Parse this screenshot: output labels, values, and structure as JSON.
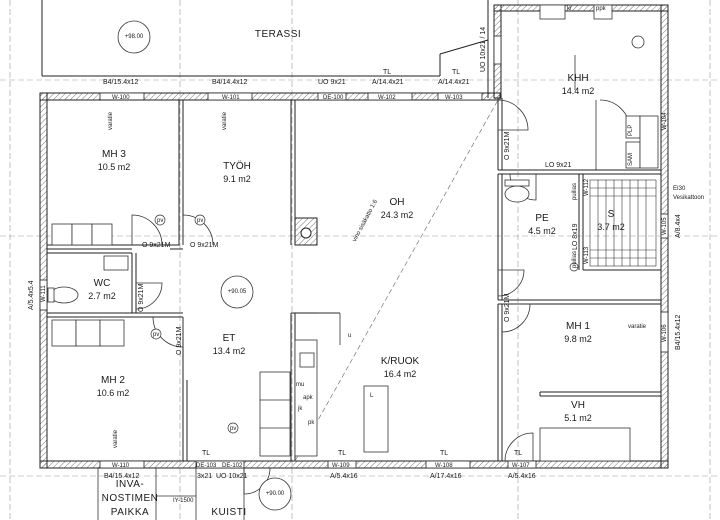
{
  "rooms": {
    "terassi": "TERASSI",
    "mh3": {
      "name": "MH 3",
      "area": "10.5 m2"
    },
    "tyoh": {
      "name": "TYÖH",
      "area": "9.1 m2"
    },
    "oh": {
      "name": "OH",
      "area": "24.3 m2"
    },
    "khh": {
      "name": "KHH",
      "area": "14.4 m2"
    },
    "pe": {
      "name": "PE",
      "area": "4.5 m2"
    },
    "s": {
      "name": "S",
      "area": "3.7 m2"
    },
    "wc": {
      "name": "WC",
      "area": "2.7 m2"
    },
    "et": {
      "name": "ET",
      "area": "13.4 m2"
    },
    "kruok": {
      "name": "K/RUOK",
      "area": "16.4 m2"
    },
    "mh1": {
      "name": "MH 1",
      "area": "9.8 m2"
    },
    "mh2": {
      "name": "MH 2",
      "area": "10.6 m2"
    },
    "vh": {
      "name": "VH",
      "area": "5.1 m2"
    },
    "kuisti": "KUISTI",
    "invanostimen": [
      "INVA-",
      "NOSTIMEN",
      "PAIKKA"
    ]
  },
  "levels": {
    "top": "+98.00",
    "et": "+90.05",
    "bottom": "+90.00"
  },
  "windows_top": [
    "B4/15.4x12",
    "B4/14.4x12",
    "UO 9x21",
    "TL",
    "A/14.4x21",
    "A/14.4x21",
    "TL",
    "UO 10x21 / 14"
  ],
  "wall_marks_top": [
    "W-100",
    "W-101",
    "DE-100",
    "W-102",
    "W-103"
  ],
  "windows_bottom": [
    "B4/15.4x12",
    "3x21",
    "UO 10x21",
    "A/5.4x16",
    "A/17.4x16",
    "A/5.4x16",
    "TL",
    "TL",
    "TL",
    "TL",
    "IY-1500"
  ],
  "wall_marks_bottom": [
    "W-110",
    "DE-103",
    "DE-102",
    "W-109",
    "W-108",
    "W-107"
  ],
  "doors": [
    "O 9x21M",
    "O 9x21M",
    "O 9x21M",
    "O 9x21M",
    "O 9x21M",
    "LO 9x21",
    "LO 8x19",
    "O 9x21M",
    "O 9x21M"
  ],
  "side_marks": {
    "left": "A/5.4x5.4",
    "left_wall": "W-111",
    "right_e": "EI30",
    "right_v": "Vesikattoon",
    "right_a": "A/8.4x4",
    "right_b": "B4/15.4x12",
    "right_w105": "W-105",
    "right_w106": "W-106",
    "right_w104": "W-104"
  },
  "fixtures": {
    "varatie": "varatie",
    "pv": "pv",
    "ppk": "ppk",
    "kr": "kr",
    "plp": "PLP",
    "sam": "SAM",
    "puilias": "puilias",
    "mu": "mu",
    "apk": "apk",
    "jk": "jk",
    "pk": "pk",
    "u": "u",
    "l": "L",
    "vino": "vino sisäkatto 1:6",
    "w112": "W-112",
    "w113": "W-113"
  }
}
